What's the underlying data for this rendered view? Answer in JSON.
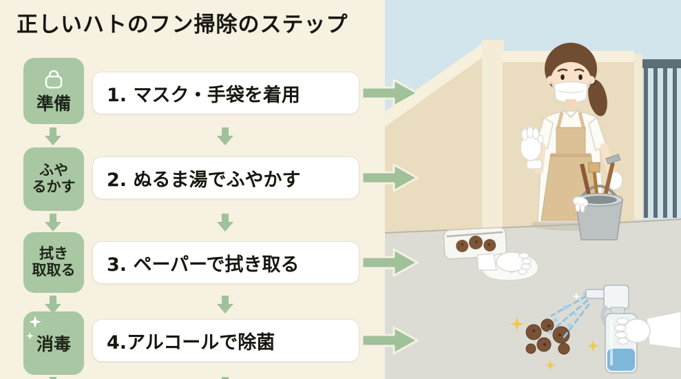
{
  "title": "正しいハトのフン掃除のステップ",
  "colors": {
    "background": "#f6f1e1",
    "label_green": "#a8c7a2",
    "arrow_green": "#a0c19a",
    "text_dark": "#17170f",
    "sky_blue": "#d2e4ec",
    "wall_beige": "#eadcbe",
    "floor_gray": "#dcdcd4"
  },
  "steps": [
    {
      "label_lines": [
        "準備"
      ],
      "text": "1. マスク・手袋を着用"
    },
    {
      "label_lines": [
        "ふや",
        "るかす"
      ],
      "text": "2. ぬるま湯でふやかす"
    },
    {
      "label_lines": [
        "拭き",
        "取取る"
      ],
      "text": "3. ペーパーで拭き取る"
    },
    {
      "label_lines": [
        "消毒"
      ],
      "text": "4.アルコールで除菌"
    }
  ]
}
